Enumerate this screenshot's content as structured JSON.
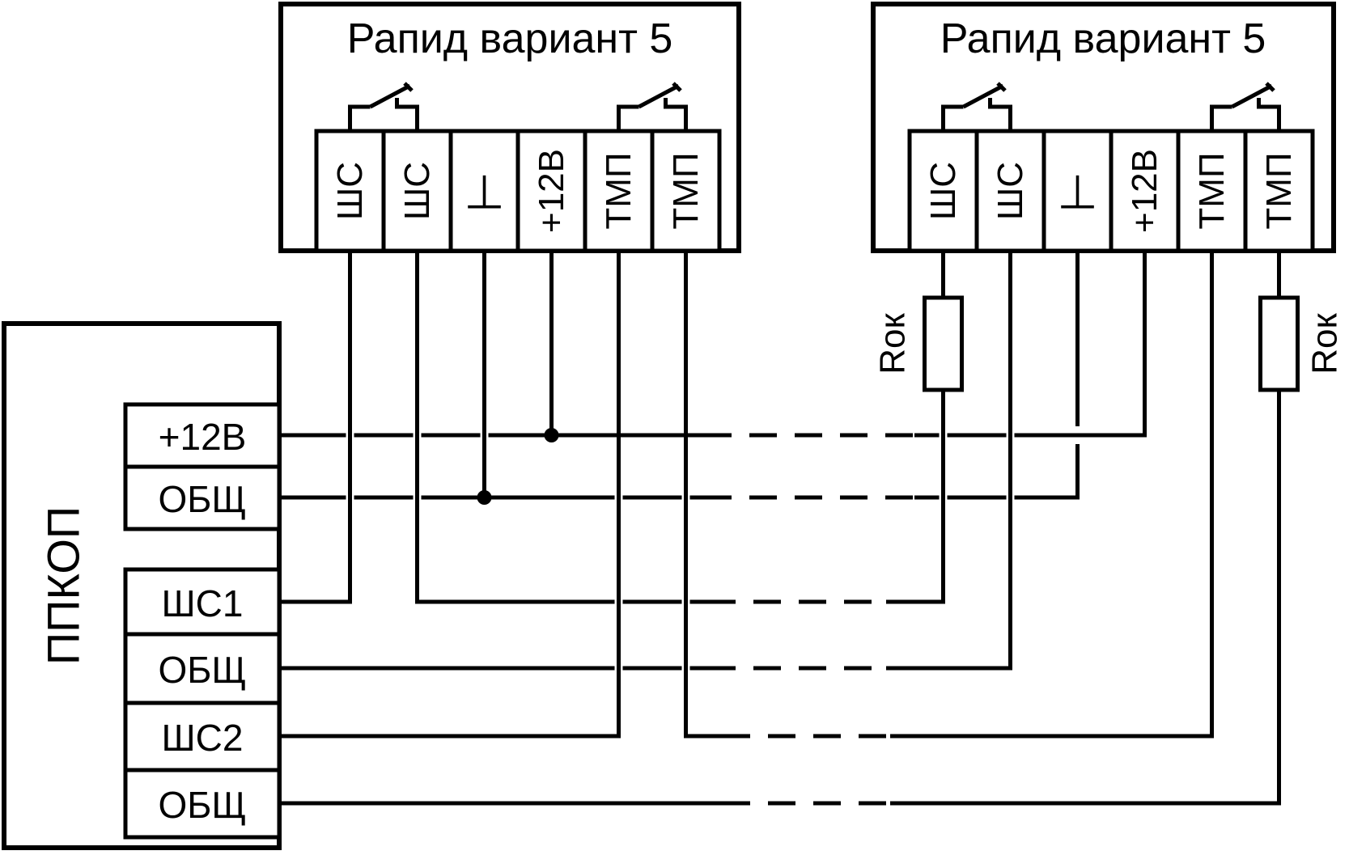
{
  "diagram": {
    "panel": {
      "label": "ППКОП",
      "terminals": [
        "+12В",
        "ОБЩ",
        "ШС1",
        "ОБЩ",
        "ШС2",
        "ОБЩ"
      ]
    },
    "device1": {
      "title": "Рапид  вариант 5",
      "terminals": [
        "ШС",
        "ШС",
        "⊥",
        "+12В",
        "ТМП",
        "ТМП"
      ]
    },
    "device2": {
      "title": "Рапид  вариант 5",
      "terminals": [
        "ШС",
        "ШС",
        "⊥",
        "+12В",
        "ТМП",
        "ТМП"
      ]
    },
    "resistor_left": {
      "label": "Rок"
    },
    "resistor_right": {
      "label": "Rок"
    },
    "colors": {
      "line": "#000000",
      "background": "#ffffff"
    }
  }
}
